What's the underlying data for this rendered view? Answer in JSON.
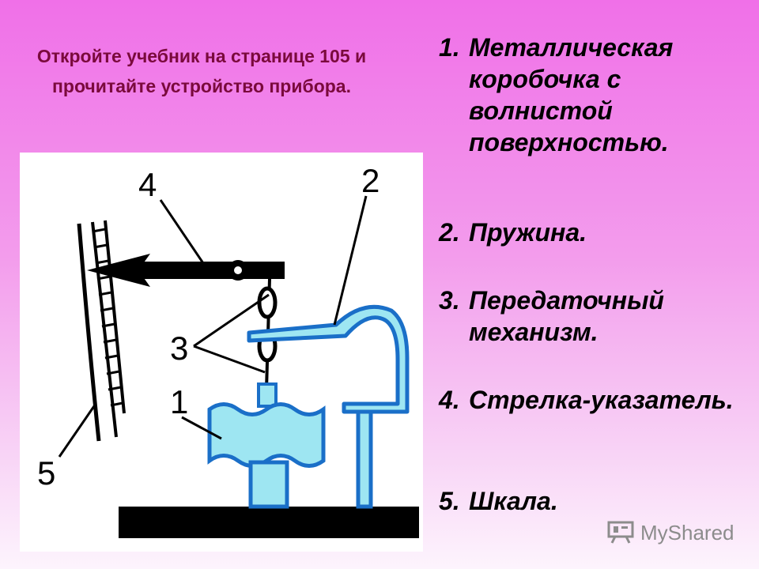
{
  "slide": {
    "instruction": "Откройте учебник на странице 105 и прочитайте устройство прибора."
  },
  "figure": {
    "callouts": [
      "1",
      "2",
      "3",
      "4",
      "5"
    ],
    "colors": {
      "part_fill": "#9ee6f2",
      "part_outline": "#1a6fc8",
      "ink": "#000000",
      "background": "#ffffff"
    }
  },
  "legend": {
    "items": [
      {
        "number": "1.",
        "text": "Металлическая коробочка с волнистой поверхностью."
      },
      {
        "number": "2.",
        "text": "Пружина."
      },
      {
        "number": "3.",
        "text": "Передаточный механизм."
      },
      {
        "number": "4.",
        "text": "Стрелка-указатель."
      },
      {
        "number": "5.",
        "text": "Шкала."
      }
    ]
  },
  "watermark": {
    "text_my": "My",
    "text_shared": "Shared",
    "icon": "presentation-board-icon"
  }
}
